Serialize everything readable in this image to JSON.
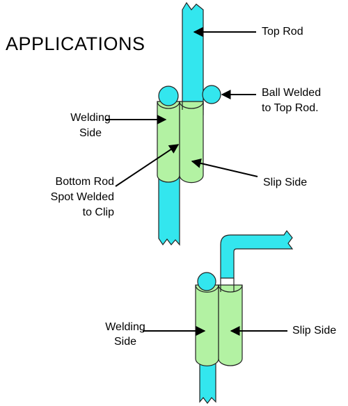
{
  "title": "APPLICATIONS",
  "labels": {
    "top_rod": "Top Rod",
    "ball_welded": [
      "Ball Welded",
      "to Top Rod."
    ],
    "welding_side_1": [
      "Welding",
      "Side"
    ],
    "bottom_rod": [
      "Bottom Rod",
      "Spot Welded",
      "to Clip"
    ],
    "slip_side_1": "Slip Side",
    "welding_side_2": [
      "Welding",
      "Side"
    ],
    "slip_side_2": "Slip Side"
  },
  "colors": {
    "rod": "#33e6ee",
    "clip": "#b3f2a3",
    "outline": "#222222",
    "arrow": "#000000"
  }
}
